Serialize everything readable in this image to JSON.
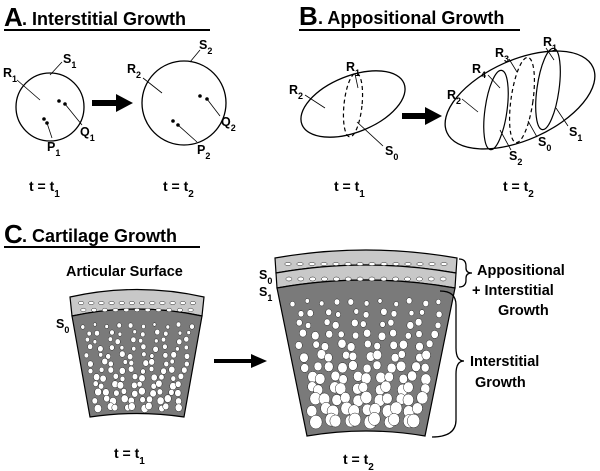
{
  "panels": {
    "a": {
      "letter": "A",
      "title": ". Interstitial Growth",
      "t1": "t = t",
      "t2": "t = t"
    },
    "b": {
      "letter": "B",
      "title": ". Appositional Growth",
      "t1": "t = t",
      "t2": "t = t"
    },
    "c": {
      "letter": "C",
      "title": ". Cartilage Growth",
      "articular_surface": "Articular Surface",
      "t1": "t = t",
      "t2": "t = t",
      "appositional": "Appositional",
      "plus_interstitial": "+ Interstitial",
      "growth1": "Growth",
      "interstitial": "Interstitial",
      "growth2": "Growth"
    }
  },
  "symbols": {
    "R": "R",
    "S": "S",
    "P": "P",
    "Q": "Q",
    "t": "t"
  },
  "subscripts": {
    "zero": "0",
    "one": "1",
    "two": "2",
    "three": "3",
    "four": "4"
  },
  "colors": {
    "stroke": "#000000",
    "cartilage_dark": "#7a7a7a",
    "surface_layer": "#c8c8c8",
    "cell": "#ffffff"
  }
}
